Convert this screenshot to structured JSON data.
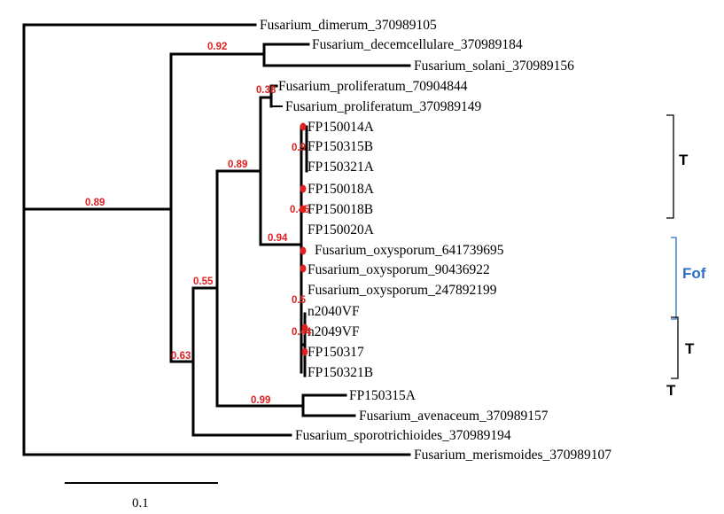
{
  "leaves": {
    "l1": "Fusarium_dimerum_370989105",
    "l2": "Fusarium_decemcellulare_370989184",
    "l3": "Fusarium_solani_370989156",
    "l4": "Fusarium_proliferatum_70904844",
    "l5": "Fusarium_proliferatum_370989149",
    "l6": "FP150014A",
    "l7": "FP150315B",
    "l8": "FP150321A",
    "l9": "FP150018A",
    "l10": "FP150018B",
    "l11": "FP150020A",
    "l12": "Fusarium_oxysporum_641739695",
    "l13": "Fusarium_oxysporum_90436922",
    "l14": "Fusarium_oxysporum_247892199",
    "l15": "n2040VF",
    "l16": "n2049VF",
    "l17": "FP150317",
    "l18": "FP150321B",
    "l19": "FP150315A",
    "l20": "Fusarium_avenaceum_370989157",
    "l21": "Fusarium_sporotrichioides_370989194",
    "l22": "Fusarium_merismoides_370989107"
  },
  "support": {
    "s_root": "0.89",
    "s_decem_solani": "0.92",
    "s_063": "0.63",
    "s_055": "0.55",
    "s_089b": "0.89",
    "s_094": "0.94",
    "s_099": "0.99",
    "s_prolif": "0.38",
    "s_fp315b": "0.9",
    "s_fp18b": "0.45",
    "s_oxy": "0.5",
    "s_n2049": "0.44"
  },
  "groups": {
    "t1": "T",
    "fof": "Fof",
    "t2": "T",
    "t3": "T"
  },
  "colors": {
    "support": "#e02020",
    "fof": "#2e6fc0",
    "branch": "#000000"
  },
  "scale": {
    "label": "0.1"
  }
}
